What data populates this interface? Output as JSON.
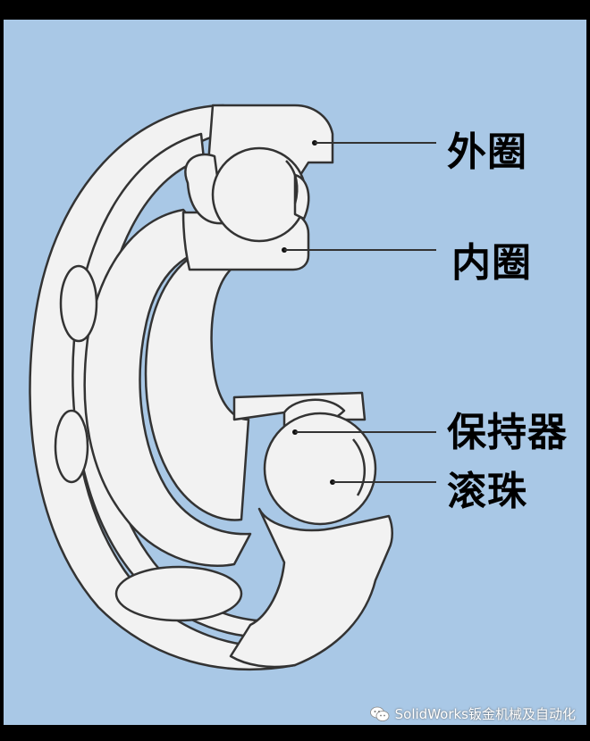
{
  "labels": {
    "outer_ring": "外圈",
    "inner_ring": "内圈",
    "cage": "保持器",
    "ball": "滚珠"
  },
  "watermark": "SolidWorks钣金机械及自动化",
  "colors": {
    "background": "#a9c8e6",
    "frame": "#000000",
    "part_fill": "#f2f2f2",
    "outline": "#333333"
  }
}
